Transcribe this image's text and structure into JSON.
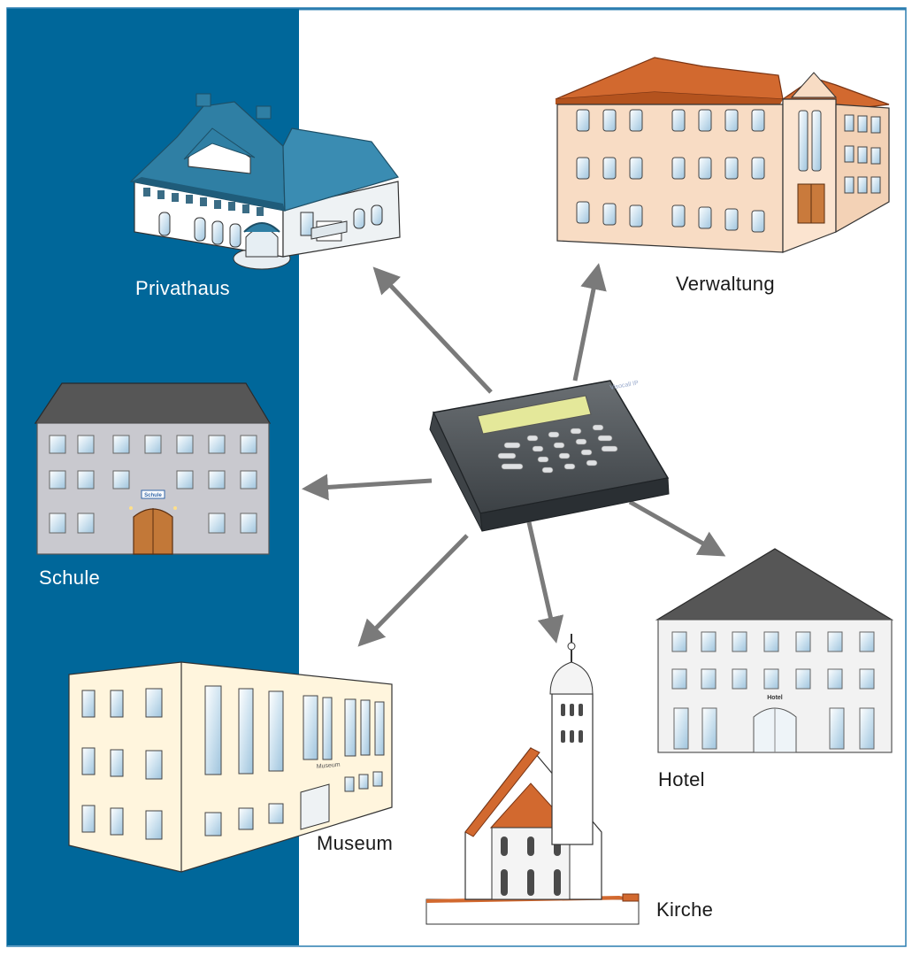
{
  "labels": {
    "privathaus": "Privathaus",
    "verwaltung": "Verwaltung",
    "schule": "Schule",
    "museum": "Museum",
    "kirche": "Kirche",
    "hotel": "Hotel"
  },
  "signs": {
    "schule_sign": "Schule",
    "hotel_sign": "Hotel",
    "museum_sign": "Museum"
  },
  "device": {
    "brand": "Visocall IP"
  },
  "colors": {
    "panel_blue": "#00679a",
    "frame_blue": "#2a7db0",
    "arrow_grey": "#7a7a7a",
    "roof_orange": "#d2692f",
    "facade_peach": "#f8dcc4",
    "facade_cream": "#fff5dd",
    "roof_teal": "#2f7fa4",
    "roof_dark_grey": "#565656",
    "school_grey": "#c9c9cf",
    "device_lcd": "#e4e89a"
  },
  "icons": {
    "center": "control-device-icon",
    "buildings": [
      "privathaus-building-icon",
      "verwaltung-building-icon",
      "schule-building-icon",
      "museum-building-icon",
      "kirche-building-icon",
      "hotel-building-icon"
    ]
  }
}
